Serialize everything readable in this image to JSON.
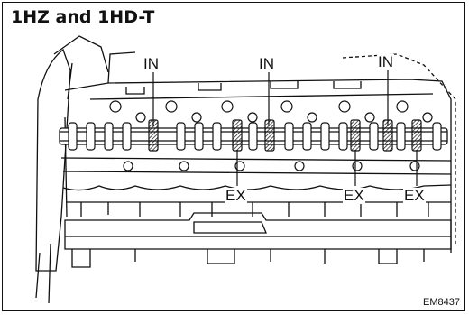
{
  "title": "1HZ and 1HD-T",
  "labels": {
    "intake": [
      "IN",
      "IN",
      "IN"
    ],
    "exhaust": [
      "EX",
      "EX",
      "EX"
    ]
  },
  "figure_code": "EM8437"
}
